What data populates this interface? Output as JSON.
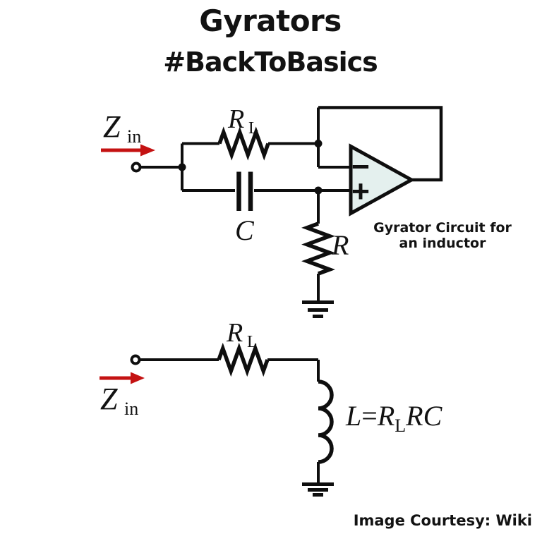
{
  "header": {
    "title": "Gyrators",
    "subtitle": "#BackToBasics"
  },
  "colors": {
    "accent_red": "#c41212",
    "ink": "#0e0e0e",
    "opamp_fill": "#e4f0ee"
  },
  "upper_circuit": {
    "caption": {
      "line1": "Gyrator Circuit for",
      "line2": "an inductor"
    },
    "labels": {
      "zin_main": "Z",
      "zin_sub": "in",
      "rl_main": "R",
      "rl_sub": "L",
      "capacitor": "C",
      "resistor": "R",
      "opamp_inverting": "−",
      "opamp_noninverting": "+"
    }
  },
  "lower_circuit": {
    "labels": {
      "zin_main": "Z",
      "zin_sub": "in",
      "rl_main": "R",
      "rl_sub": "L"
    },
    "equation": {
      "lhs": "L",
      "equals": "=",
      "r1": "R",
      "r1_sub": "L",
      "rest": "RC"
    }
  },
  "footer": {
    "credit": "Image Courtesy: Wiki"
  }
}
